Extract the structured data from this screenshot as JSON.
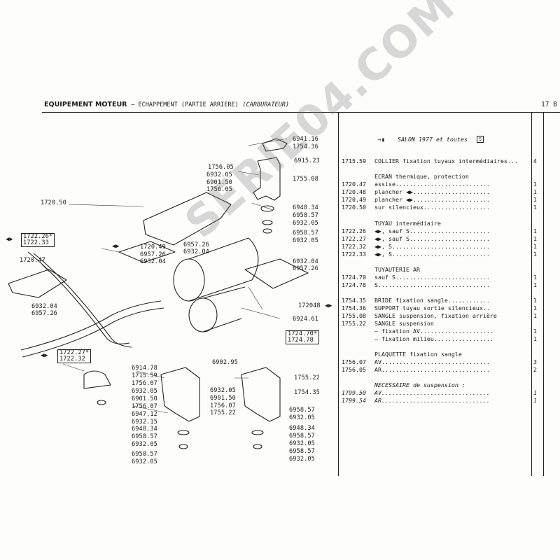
{
  "header": {
    "title": "EQUIPEMENT MOTEUR",
    "subtitle": "– ECHAPPEMENT (PARTIE ARRIERE)",
    "variant": "(CARBURATEUR)",
    "page": "17 B"
  },
  "watermark": "SERIE04.COM",
  "diagram_labels": [
    "6941.16",
    "1754.36",
    "6915.23",
    "1756.05",
    "6932.05",
    "6901.50",
    "1756.05",
    "1755.08",
    "1720.50",
    "6948.34",
    "6958.57",
    "6932.05",
    "6958.57",
    "6932.05",
    "1722.26*",
    "1722.33",
    "1720.49",
    "6957.26",
    "6932.04",
    "6957.26",
    "6932.04",
    "1720.47",
    "6932.04",
    "6957.26",
    "6932.04",
    "6957.26",
    "172048",
    "6924.61",
    "1724.70*",
    "1724.78",
    "1722.27*",
    "1722.32",
    "6914.78",
    "1715.59",
    "1756.07",
    "6932.05",
    "6901.50",
    "1756.07",
    "6947.12",
    "6932.15",
    "6948.34",
    "6958.57",
    "6932.05",
    "6958.57",
    "6932.05",
    "6902.95",
    "1755.22",
    "6932.05",
    "6901.50",
    "1756.07",
    "1755.22",
    "1754.35",
    "6958.57",
    "6932.05",
    "6948.34",
    "6958.57",
    "6932.05",
    "6958.57",
    "6932.05"
  ],
  "intro": "SALON 1977 et toutes",
  "intro_box": "S",
  "parts": [
    {
      "ref": "1715.59",
      "desc": "COLLIER fixation tuyaux intermédiaires...",
      "qty": "4"
    },
    {
      "ref": "",
      "desc": "ECRAN thermique, protection",
      "qty": ""
    },
    {
      "ref": "1720.47",
      "desc": "assise...........................",
      "qty": "1"
    },
    {
      "ref": "1720.48",
      "desc": "plancher ◀▶......................",
      "qty": "1"
    },
    {
      "ref": "1720.49",
      "desc": "plancher ◀▶......................",
      "qty": "1"
    },
    {
      "ref": "1720.50",
      "desc": "sur silencieux...................",
      "qty": "1"
    },
    {
      "ref": "",
      "desc": "TUYAU intermédiaire",
      "qty": ""
    },
    {
      "ref": "1722.26",
      "desc": "◀▶, sauf S.......................",
      "qty": "1"
    },
    {
      "ref": "1722.27",
      "desc": "◀▶, sauf S.......................",
      "qty": "1"
    },
    {
      "ref": "1722.32",
      "desc": "◀▶, S............................",
      "qty": "1"
    },
    {
      "ref": "1722.33",
      "desc": "◀▶, S............................",
      "qty": "1"
    },
    {
      "ref": "",
      "desc": "TUYAUTERIE AR",
      "qty": ""
    },
    {
      "ref": "1724.70",
      "desc": "sauf S...........................",
      "qty": "1"
    },
    {
      "ref": "1724.78",
      "desc": "S................................",
      "qty": "1"
    },
    {
      "ref": "1754.35",
      "desc": "BRIDE fixation sangle............",
      "qty": "1"
    },
    {
      "ref": "1754.36",
      "desc": "SUPPORT tuyau sortie silencieux..",
      "qty": "1"
    },
    {
      "ref": "1755.08",
      "desc": "SANGLE suspension, fixation arrière",
      "qty": "1"
    },
    {
      "ref": "1755.22",
      "desc": "SANGLE suspension",
      "qty": ""
    },
    {
      "ref": "",
      "desc": "– fixation AV.....................",
      "qty": "1"
    },
    {
      "ref": "",
      "desc": "– fixation milieu.................",
      "qty": "1"
    },
    {
      "ref": "",
      "desc": "PLAQUETTE fixation sangle",
      "qty": ""
    },
    {
      "ref": "1756.07",
      "desc": "AV...............................",
      "qty": "3"
    },
    {
      "ref": "1756.05",
      "desc": "AR...............................",
      "qty": "2"
    },
    {
      "ref": "",
      "desc": "NECESSAIRE de suspension :",
      "qty": ""
    },
    {
      "ref": "1799.50",
      "desc": "AV...............................",
      "qty": "1"
    },
    {
      "ref": "1799.54",
      "desc": "AR...............................",
      "qty": "1"
    }
  ]
}
